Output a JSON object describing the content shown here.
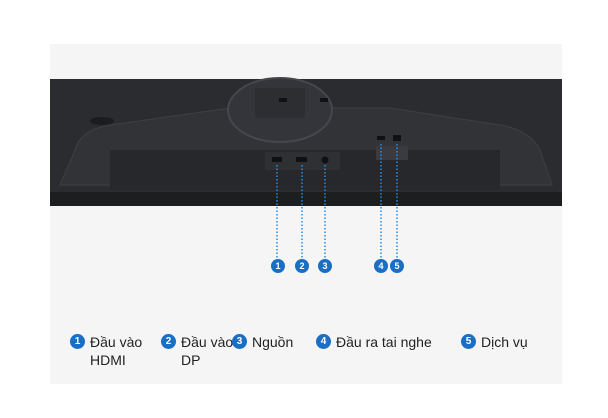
{
  "accent_color": "#1a6fc4",
  "callouts": [
    "1",
    "2",
    "3",
    "4",
    "5"
  ],
  "legend": [
    {
      "number": "1",
      "line1": "Đầu vào",
      "line2": "HDMI"
    },
    {
      "number": "2",
      "line1": "Đầu vào",
      "line2": "DP"
    },
    {
      "number": "3",
      "line1": "Nguồn",
      "line2": ""
    },
    {
      "number": "4",
      "line1": "Đầu ra tai nghe",
      "line2": ""
    },
    {
      "number": "5",
      "line1": "Dịch vụ",
      "line2": ""
    }
  ]
}
